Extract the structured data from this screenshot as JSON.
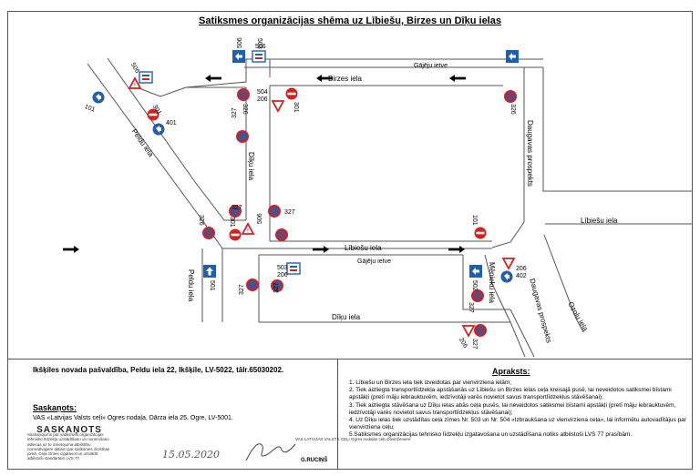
{
  "title": "Satiksmes organizācijas shēma uz Lībiešu, Birzes un Dīķu ielas",
  "streets": {
    "birzes": "Birzes iela",
    "libiesu_main": "Lībiešu iela",
    "libiesu_right": "Lībiešu iela",
    "diku_vertical": "Dīķu iela",
    "diku_bottom": "Dīķu iela",
    "peldu_upper": "Peldu iela",
    "peldu_lower": "Peldu iela",
    "daugavas_upper": "Daugavas prospekts",
    "daugavas_lower": "Daugavas prospekts",
    "meniku": "Mēnieku iela",
    "ozolu": "Ozolu iela",
    "sidewalk_top": "Gājēju ietve",
    "sidewalk_libiesu": "Gājēju ietve"
  },
  "sign_codes": {
    "s506_top": "506",
    "s503_top": "503",
    "s506_topleft": "506",
    "s101_left": "101",
    "s301_left": "301",
    "s401_left": "401",
    "s504_a": "504",
    "s206_a": "206",
    "s326_a": "326",
    "s301_a": "301",
    "s327_a": "327",
    "s506_right": "506",
    "s326_right": "326",
    "s327_b": "327",
    "s327_c": "327",
    "s326_b": "326",
    "s301_b": "301",
    "s506_b": "506",
    "s101_b": "101",
    "s503_b": "503",
    "s206_b": "206",
    "s501": "501",
    "s327_d": "327",
    "s327_e": "327",
    "s502": "502",
    "s327_f": "327",
    "s206_c": "206",
    "s402": "402",
    "s206_d": "206",
    "s327_g": "327"
  },
  "footer": {
    "address": "Ikšķiles novada pašvaldība, Peldu iela 22, Ikšķile, LV-5022, tālr.65030202.",
    "agreed_heading": "Saskaņots:",
    "agreed_org": "VAS «Latvijas Valsts ceļi» Ogres nodaļa, Dārza iela 25, Ogre, LV-5001.",
    "stamp_title": "SASKAŅOTS",
    "stamp_text": "Saskaņojums par satiksmes organizācijas tehnisko līdzekļu uzstādīšanu un noņemšanu attiecas uz to izvietojuma atbilstību normatīvajiem aktiem par satiksmes drošības jomā. Ceļa zīmes izgatavot un uzstādīt atbilstoši standartam LVS 77.",
    "stamp_date": "15.05.2020",
    "sign_org": "VAS LATVIJAS VALSTS CEĻI Ogres nodaļas ceļu būvinženiere",
    "sign_name": "G.RUCIŅŠ"
  },
  "notes": {
    "heading": "Apraksts:",
    "items": [
      "1. Lībiešu un Birzes iela tiek izveidotas par vienvirziena ielām;",
      "2. Tiek aizliegta transportlīdzekļa apstāšanās uz Lībiešu un Birzes ielas ceļa kreisajā pusē, lai neveidotos satiksmei bīstami apstākļi (pretī māju iebrauktuvēm, iedzīvotāji varēs novietot savus transportlīdzekļus stāvēšanai);",
      "3. Tiek aizliegta stāvēšana uz Dīķu ielas abās ceļa pusēs, lai neveidotos satiksmei bīstami apstākļi (pretī māju iebrauktuvēm, iedzīvotāji varēs novietot savus transportlīdzekļus stāvēšanai);",
      "4. Uz Dīķu ielas tiek uzstādītas ceļa zīmes Nr. 503 un Nr. 504 «Izbraukšana uz vienvirziena ceļa», lai informētu autovadītājus par vienvirziena ceļu;",
      "5.Satiksmes organizācijas tehnisko līdzekļu izgatavošana un uzstādīšana notiks atbilstoši LVS 77 prasībām."
    ]
  },
  "colors": {
    "sign_red": "#d42020",
    "sign_blue": "#1f5fae",
    "road_line": "#555555"
  }
}
